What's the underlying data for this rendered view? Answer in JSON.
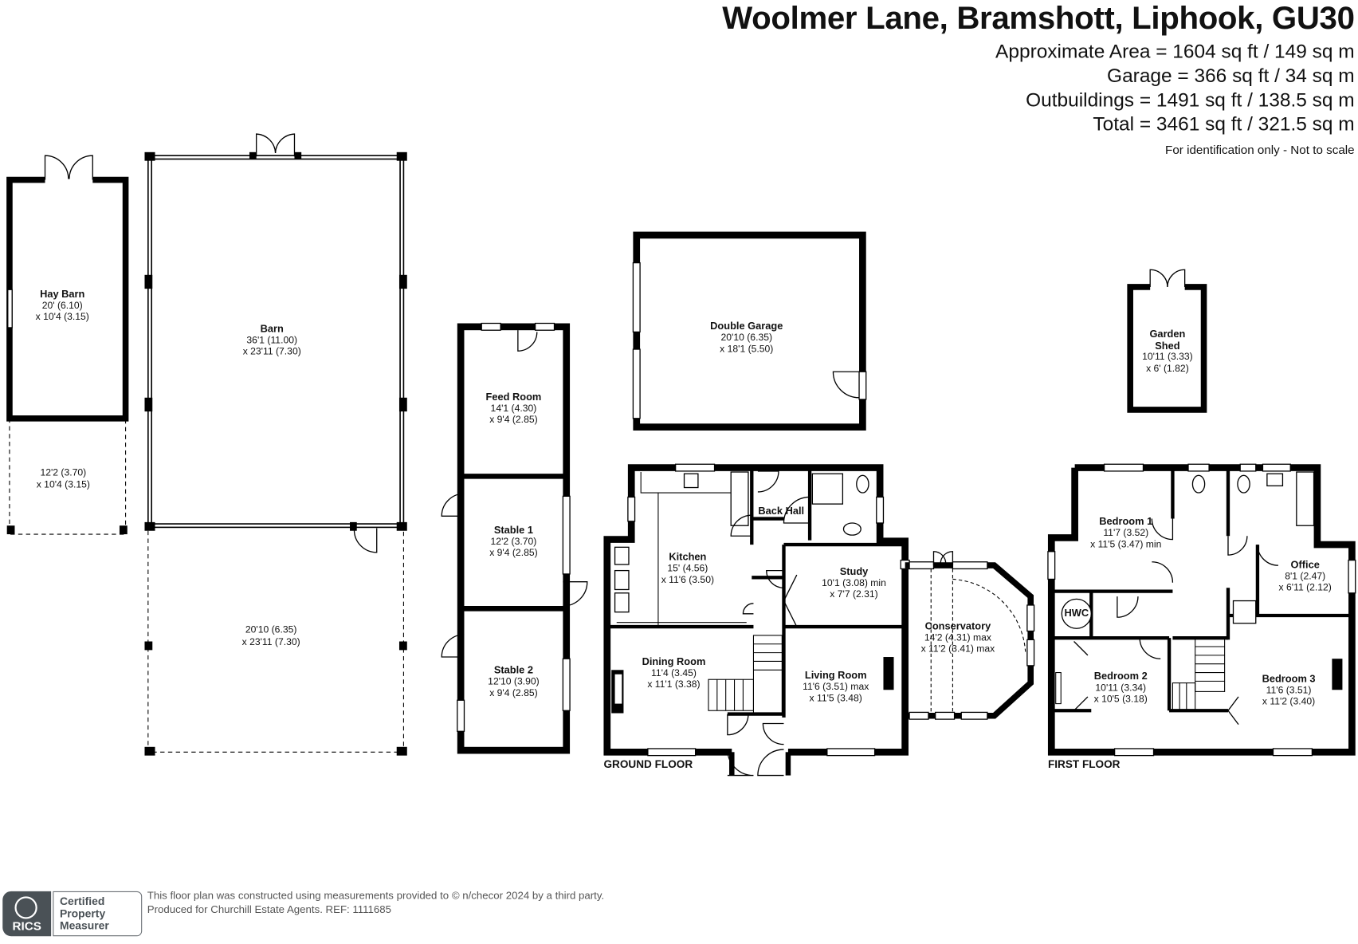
{
  "header": {
    "title": "Woolmer Lane, Bramshott, Liphook, GU30",
    "areas": [
      "Approximate Area = 1604 sq ft / 149 sq m",
      "Garage = 366 sq ft / 34 sq m",
      "Outbuildings = 1491 sq ft / 138.5 sq m",
      "Total = 3461 sq ft / 321.5 sq m"
    ],
    "note": "For identification only - Not to scale"
  },
  "rooms": {
    "hay_barn": {
      "name": "Hay Barn",
      "dims": [
        "20' (6.10)",
        "x 10'4 (3.15)"
      ]
    },
    "hay_barn_ext": {
      "dims": [
        "12'2 (3.70)",
        "x 10'4 (3.15)"
      ]
    },
    "barn": {
      "name": "Barn",
      "dims": [
        "36'1 (11.00)",
        "x 23'11 (7.30)"
      ]
    },
    "barn_ext": {
      "dims": [
        "20'10 (6.35)",
        "x 23'11 (7.30)"
      ]
    },
    "feed_room": {
      "name": "Feed Room",
      "dims": [
        "14'1 (4.30)",
        "x 9'4 (2.85)"
      ]
    },
    "stable1": {
      "name": "Stable 1",
      "dims": [
        "12'2 (3.70)",
        "x 9'4 (2.85)"
      ]
    },
    "stable2": {
      "name": "Stable 2",
      "dims": [
        "12'10 (3.90)",
        "x 9'4 (2.85)"
      ]
    },
    "garage": {
      "name": "Double Garage",
      "dims": [
        "20'10 (6.35)",
        "x 18'1 (5.50)"
      ]
    },
    "shed": {
      "name": "Garden Shed",
      "dims": [
        "10'11 (3.33)",
        "x 6' (1.82)"
      ]
    },
    "kitchen": {
      "name": "Kitchen",
      "dims": [
        "15' (4.56)",
        "x 11'6 (3.50)"
      ]
    },
    "back_hall": {
      "name": "Back Hall"
    },
    "study": {
      "name": "Study",
      "dims": [
        "10'1 (3.08) min",
        "x 7'7 (2.31)"
      ]
    },
    "conservatory": {
      "name": "Conservatory",
      "dims": [
        "14'2 (4.31) max",
        "x 11'2 (3.41) max"
      ]
    },
    "dining": {
      "name": "Dining Room",
      "dims": [
        "11'4 (3.45)",
        "x 11'1 (3.38)"
      ]
    },
    "living": {
      "name": "Living Room",
      "dims": [
        "11'6 (3.51) max",
        "x 11'5 (3.48)"
      ]
    },
    "bedroom1": {
      "name": "Bedroom 1",
      "dims": [
        "11'7 (3.52)",
        "x 11'5 (3.47) min"
      ]
    },
    "office": {
      "name": "Office",
      "dims": [
        "8'1 (2.47)",
        "x 6'11 (2.12)"
      ]
    },
    "hwc": {
      "name": "HWC"
    },
    "bedroom2": {
      "name": "Bedroom 2",
      "dims": [
        "10'11 (3.34)",
        "x 10'5 (3.18)"
      ]
    },
    "bedroom3": {
      "name": "Bedroom 3",
      "dims": [
        "11'6 (3.51)",
        "x 11'2 (3.40)"
      ]
    }
  },
  "floors": {
    "ground": "GROUND FLOOR",
    "first": "FIRST FLOOR"
  },
  "footer": {
    "line1": "This floor plan was constructed using measurements provided to © n/checor  2024 by a third party.",
    "line2": "Produced for Churchill Estate Agents.   REF: 1111685",
    "rics": "RICS",
    "cert": [
      "Certified",
      "Property",
      "Measurer"
    ]
  }
}
